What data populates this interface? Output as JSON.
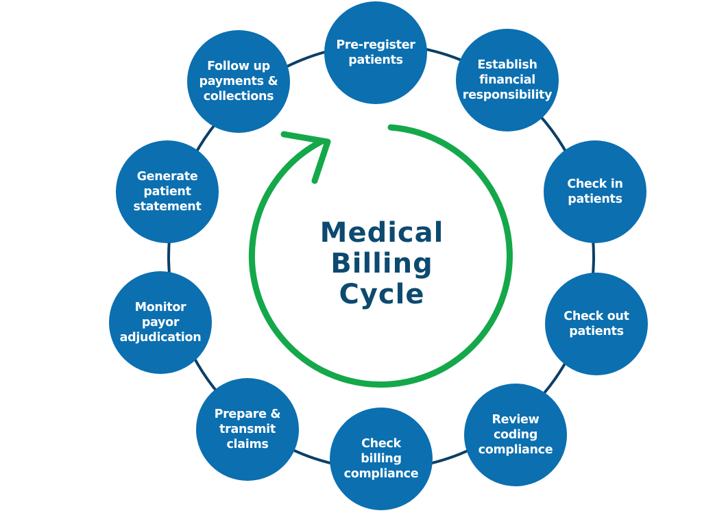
{
  "title": "Medical\nBilling\nCycle",
  "colors": {
    "circle_fill": "#0b6fb0",
    "ring_line": "#0c3f66",
    "arrow": "#14a84a",
    "title_text": "#0c4a70",
    "label_text": "#ffffff"
  },
  "steps": [
    {
      "label": "Pre-register\npatients"
    },
    {
      "label": "Establish\nfinancial\nresponsibility"
    },
    {
      "label": "Check in\npatients"
    },
    {
      "label": "Check out\npatients"
    },
    {
      "label": "Review\ncoding\ncompliance"
    },
    {
      "label": "Check\nbilling\ncompliance"
    },
    {
      "label": "Prepare &\ntransmit\nclaims"
    },
    {
      "label": "Monitor\npayor\nadjudication"
    },
    {
      "label": "Generate\npatient\nstatement"
    },
    {
      "label": "Follow up\npayments &\ncollections"
    }
  ]
}
